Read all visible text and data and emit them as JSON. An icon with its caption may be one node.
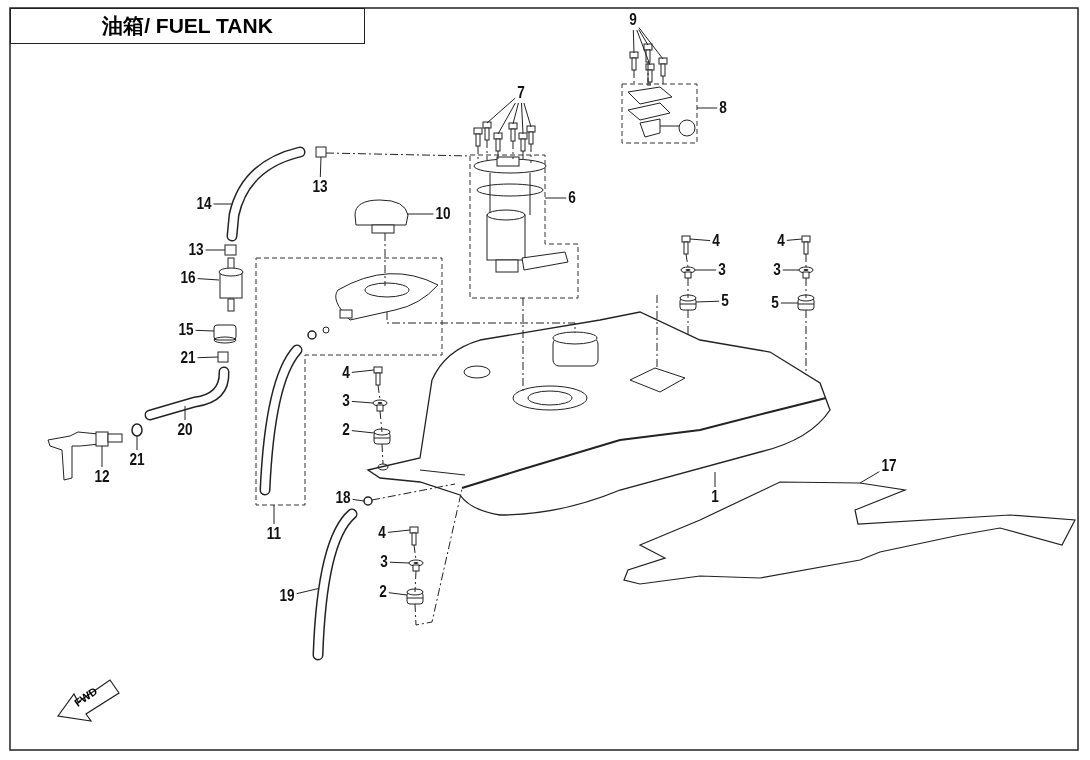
{
  "diagram": {
    "title": "油箱/ FUEL TANK",
    "nodes": [
      {
        "text": [
          "9"
        ]
      },
      {
        "text": [
          "7"
        ]
      },
      {
        "text": [
          "8"
        ]
      },
      {
        "text": [
          "13"
        ]
      },
      {
        "text": [
          "6"
        ]
      },
      {
        "text": [
          "14"
        ]
      },
      {
        "text": [
          "10"
        ]
      },
      {
        "text": [
          "4"
        ]
      },
      {
        "text": [
          "4"
        ]
      },
      {
        "text": [
          "13"
        ]
      },
      {
        "text": [
          "3"
        ]
      },
      {
        "text": [
          "3"
        ]
      },
      {
        "text": [
          "16"
        ]
      },
      {
        "text": [
          "5"
        ]
      },
      {
        "text": [
          "5"
        ]
      },
      {
        "text": [
          "15"
        ]
      },
      {
        "text": [
          "21"
        ]
      },
      {
        "text": [
          "4"
        ]
      },
      {
        "text": [
          "3"
        ]
      },
      {
        "text": [
          "20"
        ]
      },
      {
        "text": [
          "2"
        ]
      },
      {
        "text": [
          "21"
        ]
      },
      {
        "text": [
          "17"
        ]
      },
      {
        "text": [
          "12"
        ]
      },
      {
        "text": [
          "1"
        ]
      },
      {
        "text": [
          "18"
        ]
      },
      {
        "text": [
          "11"
        ]
      },
      {
        "text": [
          "4"
        ]
      },
      {
        "text": [
          "3"
        ]
      },
      {
        "text": [
          "2"
        ]
      },
      {
        "text": [
          "19"
        ]
      },
      {
        "text": [],
        "shape": "picture"
      },
      {
        "text": [],
        "shape": "picture"
      },
      {
        "text": [],
        "shape": "picture"
      },
      {
        "text": [],
        "shape": "picture"
      },
      {
        "text": [],
        "shape": "picture"
      },
      {
        "text": [],
        "shape": "picture"
      },
      {
        "text": [],
        "shape": "picture"
      },
      {
        "text": [],
        "shape": "picture"
      },
      {
        "text": [],
        "shape": "picture"
      },
      {
        "text": [],
        "shape": "picture"
      },
      {
        "text": [],
        "shape": "picture"
      },
      {
        "text": [],
        "shape": "picture"
      },
      {
        "text": [],
        "shape": "box"
      },
      {
        "text": [],
        "shape": "picture"
      },
      {
        "text": [],
        "shape": "picture"
      },
      {
        "text": [],
        "shape": "picture"
      },
      {
        "text": [],
        "shape": "picture"
      },
      {
        "text": [],
        "shape": "box"
      },
      {
        "text": [],
        "shape": "picture"
      },
      {
        "text": [],
        "shape": "picture"
      },
      {
        "text": [],
        "shape": "picture"
      },
      {
        "text": [],
        "shape": "picture"
      },
      {
        "text": [],
        "shape": "picture"
      },
      {
        "text": [],
        "shape": "cylinder"
      },
      {
        "text": [],
        "shape": "box"
      },
      {
        "text": [],
        "shape": "picture"
      },
      {
        "text": [],
        "shape": "picture"
      },
      {
        "text": [],
        "shape": "picture"
      },
      {
        "text": [],
        "shape": "picture"
      },
      {
        "text": [],
        "shape": "picture"
      },
      {
        "text": [],
        "shape": "picture"
      },
      {
        "text": [],
        "shape": "picture"
      },
      {
        "text": [],
        "shape": "picture"
      },
      {
        "text": [],
        "shape": "circle"
      },
      {
        "text": [],
        "shape": "picture"
      },
      {
        "text": [],
        "shape": "picture"
      },
      {
        "text": [],
        "shape": "picture"
      },
      {
        "text": [],
        "shape": "picture"
      },
      {
        "text": [],
        "shape": "picture"
      }
    ],
    "edges": [
      {
        "from": 0,
        "to": 31,
        "arrow": "none"
      },
      {
        "from": 0,
        "to": 32,
        "arrow": "none"
      },
      {
        "from": 0,
        "to": 33,
        "arrow": "none"
      },
      {
        "from": 0,
        "to": 34,
        "arrow": "none"
      },
      {
        "from": 1,
        "to": 37,
        "arrow": "none"
      },
      {
        "from": 1,
        "to": 38,
        "arrow": "none"
      },
      {
        "from": 1,
        "to": 39,
        "arrow": "none"
      },
      {
        "from": 1,
        "to": 40,
        "arrow": "none"
      },
      {
        "from": 1,
        "to": 41,
        "arrow": "none"
      },
      {
        "from": 2,
        "to": 35,
        "arrow": "none"
      },
      {
        "from": 3,
        "to": 43,
        "arrow": "none"
      },
      {
        "from": 4,
        "to": 42,
        "arrow": "none"
      },
      {
        "from": 5,
        "to": 44,
        "arrow": "none"
      },
      {
        "from": 6,
        "to": 45,
        "arrow": "none"
      },
      {
        "from": 7,
        "to": 46,
        "arrow": "none"
      },
      {
        "from": 8,
        "to": 47,
        "arrow": "none"
      },
      {
        "from": 9,
        "to": 48,
        "arrow": "none"
      },
      {
        "from": 10,
        "to": 49,
        "arrow": "none"
      },
      {
        "from": 11,
        "to": 50,
        "arrow": "none"
      },
      {
        "from": 12,
        "to": 51,
        "arrow": "none"
      },
      {
        "from": 13,
        "to": 52,
        "arrow": "none"
      },
      {
        "from": 14,
        "to": 53,
        "arrow": "none"
      },
      {
        "from": 15,
        "to": 54,
        "arrow": "none"
      },
      {
        "from": 16,
        "to": 55,
        "arrow": "none"
      },
      {
        "from": 17,
        "to": 56,
        "arrow": "none"
      },
      {
        "from": 18,
        "to": 57,
        "arrow": "none"
      },
      {
        "from": 19,
        "to": 58,
        "arrow": "none"
      },
      {
        "from": 20,
        "to": 59,
        "arrow": "none"
      },
      {
        "from": 21,
        "to": 60,
        "arrow": "none"
      },
      {
        "from": 22,
        "to": 61,
        "arrow": "none"
      },
      {
        "from": 23,
        "to": 62,
        "arrow": "none"
      },
      {
        "from": 24,
        "to": 63,
        "arrow": "none"
      },
      {
        "from": 25,
        "to": 64,
        "arrow": "none"
      },
      {
        "from": 26,
        "to": 65,
        "arrow": "none"
      },
      {
        "from": 27,
        "to": 66,
        "arrow": "none"
      },
      {
        "from": 28,
        "to": 67,
        "arrow": "none"
      },
      {
        "from": 29,
        "to": 68,
        "arrow": "none"
      },
      {
        "from": 30,
        "to": 69,
        "arrow": "none"
      },
      {
        "from": 31,
        "to": 35,
        "arrow": "none",
        "style": "dashed"
      },
      {
        "from": 32,
        "to": 35,
        "arrow": "none",
        "style": "dashed"
      },
      {
        "from": 33,
        "to": 35,
        "arrow": "none",
        "style": "dashed"
      },
      {
        "from": 34,
        "to": 35,
        "arrow": "none",
        "style": "dashed"
      },
      {
        "from": 36,
        "to": 42,
        "arrow": "none",
        "style": "dashed"
      },
      {
        "from": 37,
        "to": 42,
        "arrow": "none",
        "style": "dashed"
      },
      {
        "from": 38,
        "to": 42,
        "arrow": "none",
        "style": "dashed"
      },
      {
        "from": 39,
        "to": 42,
        "arrow": "none",
        "style": "dashed"
      },
      {
        "from": 40,
        "to": 42,
        "arrow": "none",
        "style": "dashed"
      },
      {
        "from": 41,
        "to": 42,
        "arrow": "none",
        "style": "dashed"
      },
      {
        "from": 43,
        "to": 42,
        "arrow": "none",
        "style": "dashed"
      },
      {
        "from": 45,
        "to": 65,
        "arrow": "none",
        "style": "dashed"
      },
      {
        "from": 65,
        "to": 63,
        "arrow": "none",
        "style": "dashed"
      },
      {
        "from": 42,
        "to": 63,
        "arrow": "none",
        "style": "dashed"
      },
      {
        "from": 46,
        "to": 49,
        "arrow": "none",
        "style": "dashed"
      },
      {
        "from": 49,
        "to": 52,
        "arrow": "none",
        "style": "dashed"
      },
      {
        "from": 52,
        "to": 63,
        "arrow": "none",
        "style": "dashed"
      },
      {
        "from": 47,
        "to": 50,
        "arrow": "none",
        "style": "dashed"
      },
      {
        "from": 50,
        "to": 53,
        "arrow": "none",
        "style": "dashed"
      },
      {
        "from": 53,
        "to": 63,
        "arrow": "none",
        "style": "dashed"
      },
      {
        "from": 56,
        "to": 57,
        "arrow": "none",
        "style": "dashed"
      },
      {
        "from": 57,
        "to": 59,
        "arrow": "none",
        "style": "dashed"
      },
      {
        "from": 59,
        "to": 63,
        "arrow": "none",
        "style": "dashed"
      },
      {
        "from": 64,
        "to": 63,
        "arrow": "none",
        "style": "dashed"
      },
      {
        "from": 66,
        "to": 67,
        "arrow": "none",
        "style": "dashed"
      },
      {
        "from": 67,
        "to": 68,
        "arrow": "none",
        "style": "dashed"
      },
      {
        "from": 68,
        "to": 63,
        "arrow": "none",
        "style": "dashed"
      },
      {
        "from": null,
        "to": 63,
        "arrow": "none",
        "style": "dashed"
      }
    ],
    "labels": [
      "FWD"
    ]
  }
}
